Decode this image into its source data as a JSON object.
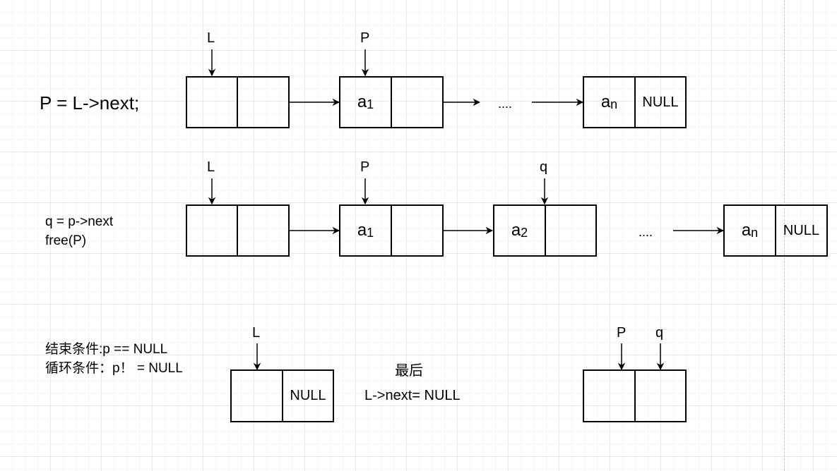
{
  "row1": {
    "caption": "P = L->next;",
    "ptr_L": "L",
    "ptr_P": "P",
    "node1_data": "a",
    "node1_sub": "1",
    "ellipsis": "....",
    "node_n_data": "a",
    "node_n_sub": "n",
    "node_n_next": "NULL"
  },
  "row2": {
    "caption_line1": "q = p->next",
    "caption_line2": "free(P)",
    "ptr_L": "L",
    "ptr_P": "P",
    "ptr_q": "q",
    "node1_data": "a",
    "node1_sub": "1",
    "node2_data": "a",
    "node2_sub": "2",
    "ellipsis": "....",
    "node_n_data": "a",
    "node_n_sub": "n",
    "node_n_next": "NULL"
  },
  "row3": {
    "end_condition": "结束条件:p == NULL",
    "loop_condition": "循环条件：p！ = NULL",
    "ptr_L": "L",
    "head_next": "NULL",
    "final_title": "最后",
    "final_code": "L->next= NULL",
    "ptr_P": "P",
    "ptr_q": "q"
  }
}
